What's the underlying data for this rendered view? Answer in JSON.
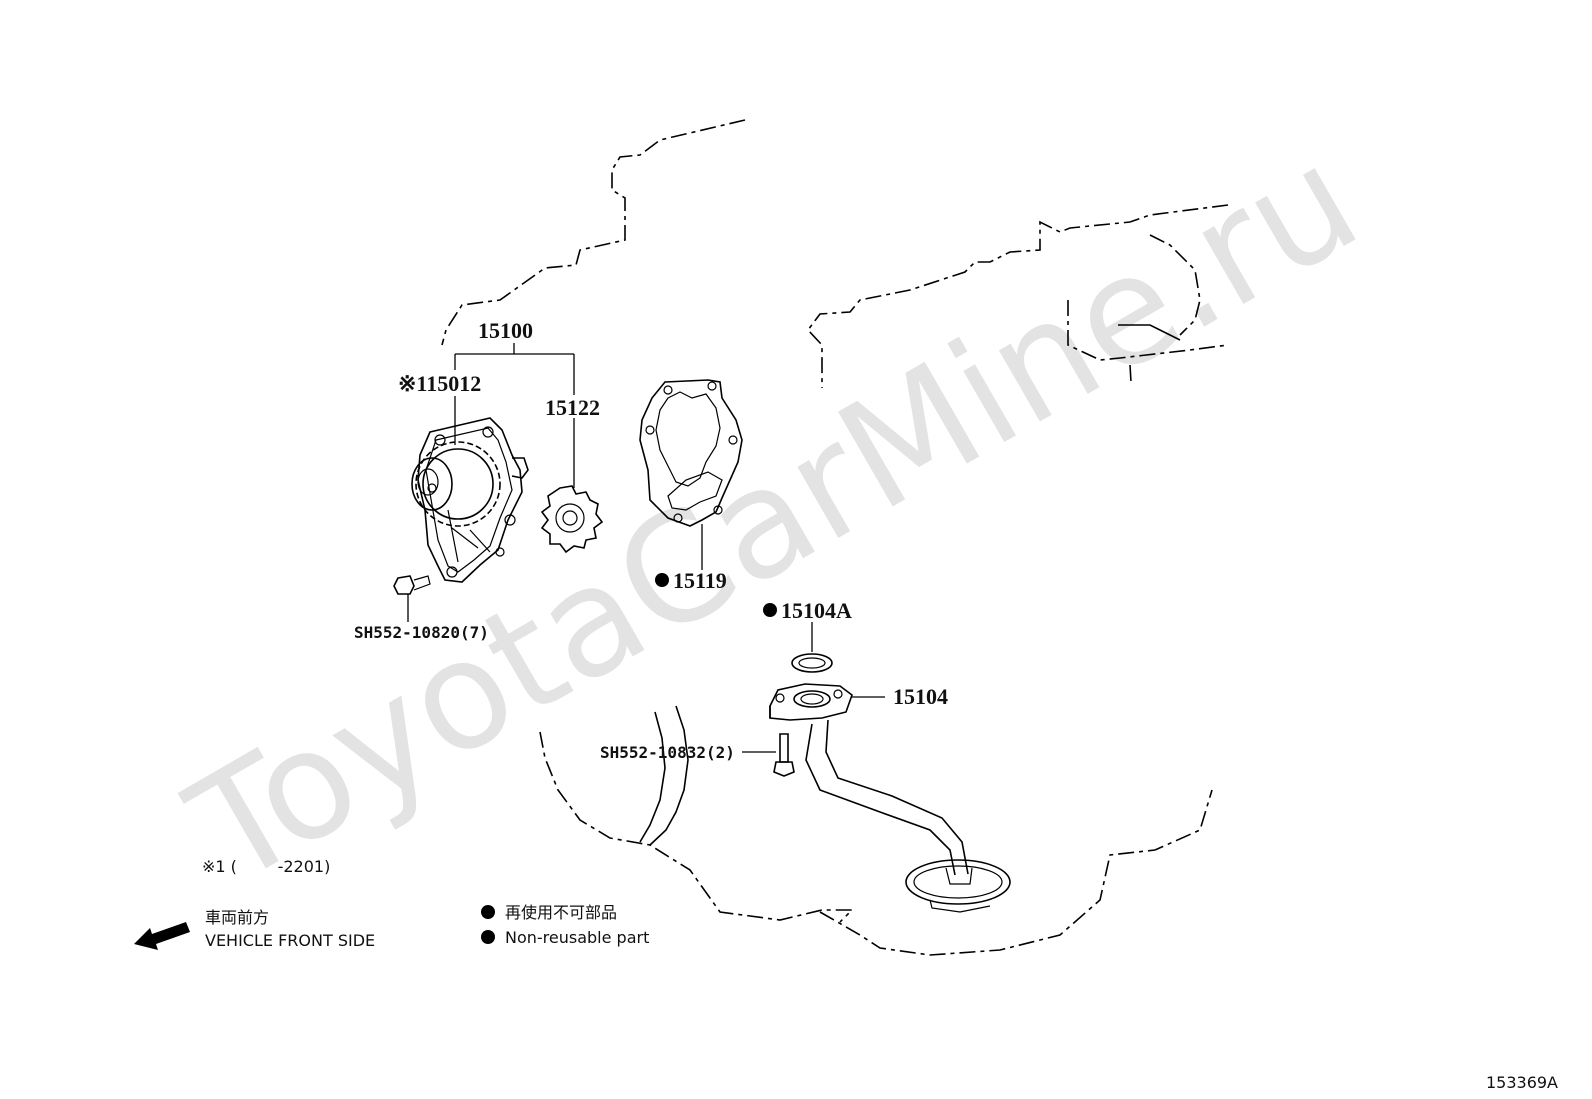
{
  "watermark": "ToyotaCarMine.ru",
  "parts": {
    "assembly": "15100",
    "pump": "※115012",
    "rotor": "15122",
    "gasket": "15119",
    "oring": "15104A",
    "strainer": "15104",
    "bolt_pump": "SH552-10820(7)",
    "bolt_strainer": "SH552-10832(2)"
  },
  "legend": {
    "note": "※1 (        -2201)",
    "direction_jp": "車両前方",
    "direction_en": "VEHICLE FRONT SIDE",
    "nonreuse_jp": "再使用不可部品",
    "nonreuse_en": "Non-reusable part"
  },
  "diagram_code": "153369A",
  "colors": {
    "line": "#000000",
    "watermark": "#e3e3e3"
  }
}
